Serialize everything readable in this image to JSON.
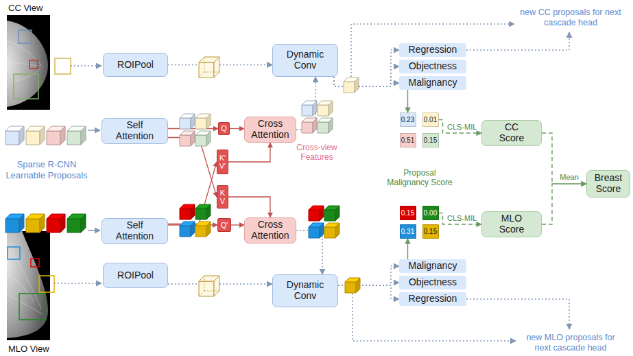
{
  "diagram": {
    "nodes": [
      {
        "text": [
          "ROIPool"
        ]
      },
      {
        "text": [
          "Self Attention"
        ]
      },
      {
        "text": [
          "Q"
        ]
      },
      {
        "text": [
          "K' V'"
        ]
      },
      {
        "text": [
          "Cross Attention"
        ]
      },
      {
        "text": [
          "Dynamic Conv"
        ]
      },
      {
        "text": [
          "Regression"
        ]
      },
      {
        "text": [
          "Objectness"
        ]
      },
      {
        "text": [
          "Malignancy"
        ]
      },
      {
        "text": [
          "0.23"
        ]
      },
      {
        "text": [
          "0.01"
        ]
      },
      {
        "text": [
          "0.51"
        ]
      },
      {
        "text": [
          "0.15"
        ]
      },
      {
        "text": [
          "CC Score"
        ]
      },
      {
        "text": [
          "Breast Score"
        ]
      },
      {
        "text": [
          "MLO Score"
        ]
      },
      {
        "text": [
          "0.15"
        ]
      },
      {
        "text": [
          "0.00"
        ]
      },
      {
        "text": [
          "0.31"
        ]
      },
      {
        "text": [
          "0.15"
        ]
      },
      {
        "text": [
          "Malignancy"
        ]
      },
      {
        "text": [
          "Objectness"
        ]
      },
      {
        "text": [
          "Regression"
        ]
      },
      {
        "text": [
          "K V"
        ]
      },
      {
        "text": [
          "Q'"
        ]
      },
      {
        "text": [
          "Self Attention"
        ]
      },
      {
        "text": [
          "Cross Attention"
        ]
      },
      {
        "text": [
          "Dynamic Conv"
        ]
      },
      {
        "text": [
          "ROIPool"
        ]
      }
    ],
    "edges": [
      {
        "from": 0,
        "to": 5,
        "arrow": "to"
      },
      {
        "from": 1,
        "to": 2,
        "arrow": "to"
      },
      {
        "from": 1,
        "to": 23,
        "arrow": "to"
      },
      {
        "from": 25,
        "to": 3,
        "arrow": "to"
      },
      {
        "from": 25,
        "to": 24,
        "arrow": "to"
      },
      {
        "from": 2,
        "to": 4,
        "arrow": "to"
      },
      {
        "from": 3,
        "to": 4,
        "arrow": "to"
      },
      {
        "from": 23,
        "to": 26,
        "arrow": "to"
      },
      {
        "from": 24,
        "to": 26,
        "arrow": "to"
      },
      {
        "from": 4,
        "to": 5,
        "arrow": "to"
      },
      {
        "from": 26,
        "to": 27,
        "arrow": "to"
      },
      {
        "from": 28,
        "to": 27,
        "arrow": "to"
      },
      {
        "from": 5,
        "to": 6,
        "arrow": "to"
      },
      {
        "from": 5,
        "to": 7,
        "arrow": "to"
      },
      {
        "from": 5,
        "to": 8,
        "arrow": "to"
      },
      {
        "from": 27,
        "to": 20,
        "arrow": "to"
      },
      {
        "from": 27,
        "to": 21,
        "arrow": "to"
      },
      {
        "from": 27,
        "to": 22,
        "arrow": "to"
      },
      {
        "from": 8,
        "to": 9,
        "arrow": "to"
      },
      {
        "from": 10,
        "to": 13,
        "label": "CLS-MIL",
        "arrow": "to"
      },
      {
        "from": 20,
        "to": 18,
        "arrow": "to"
      },
      {
        "from": 17,
        "to": 15,
        "label": "CLS-MIL",
        "arrow": "to"
      },
      {
        "from": 13,
        "to": 14,
        "label": "Mean",
        "arrow": "to"
      },
      {
        "from": 15,
        "to": 14,
        "arrow": "to"
      }
    ],
    "labels": [
      "CC View",
      "Sparse R-CNN Learnable Proposals",
      "Cross-view Features",
      "Proposal Malignancy Score",
      "new CC proposals for next cascade head",
      "new MLO proposals for next cascade head",
      "MLO View"
    ]
  }
}
